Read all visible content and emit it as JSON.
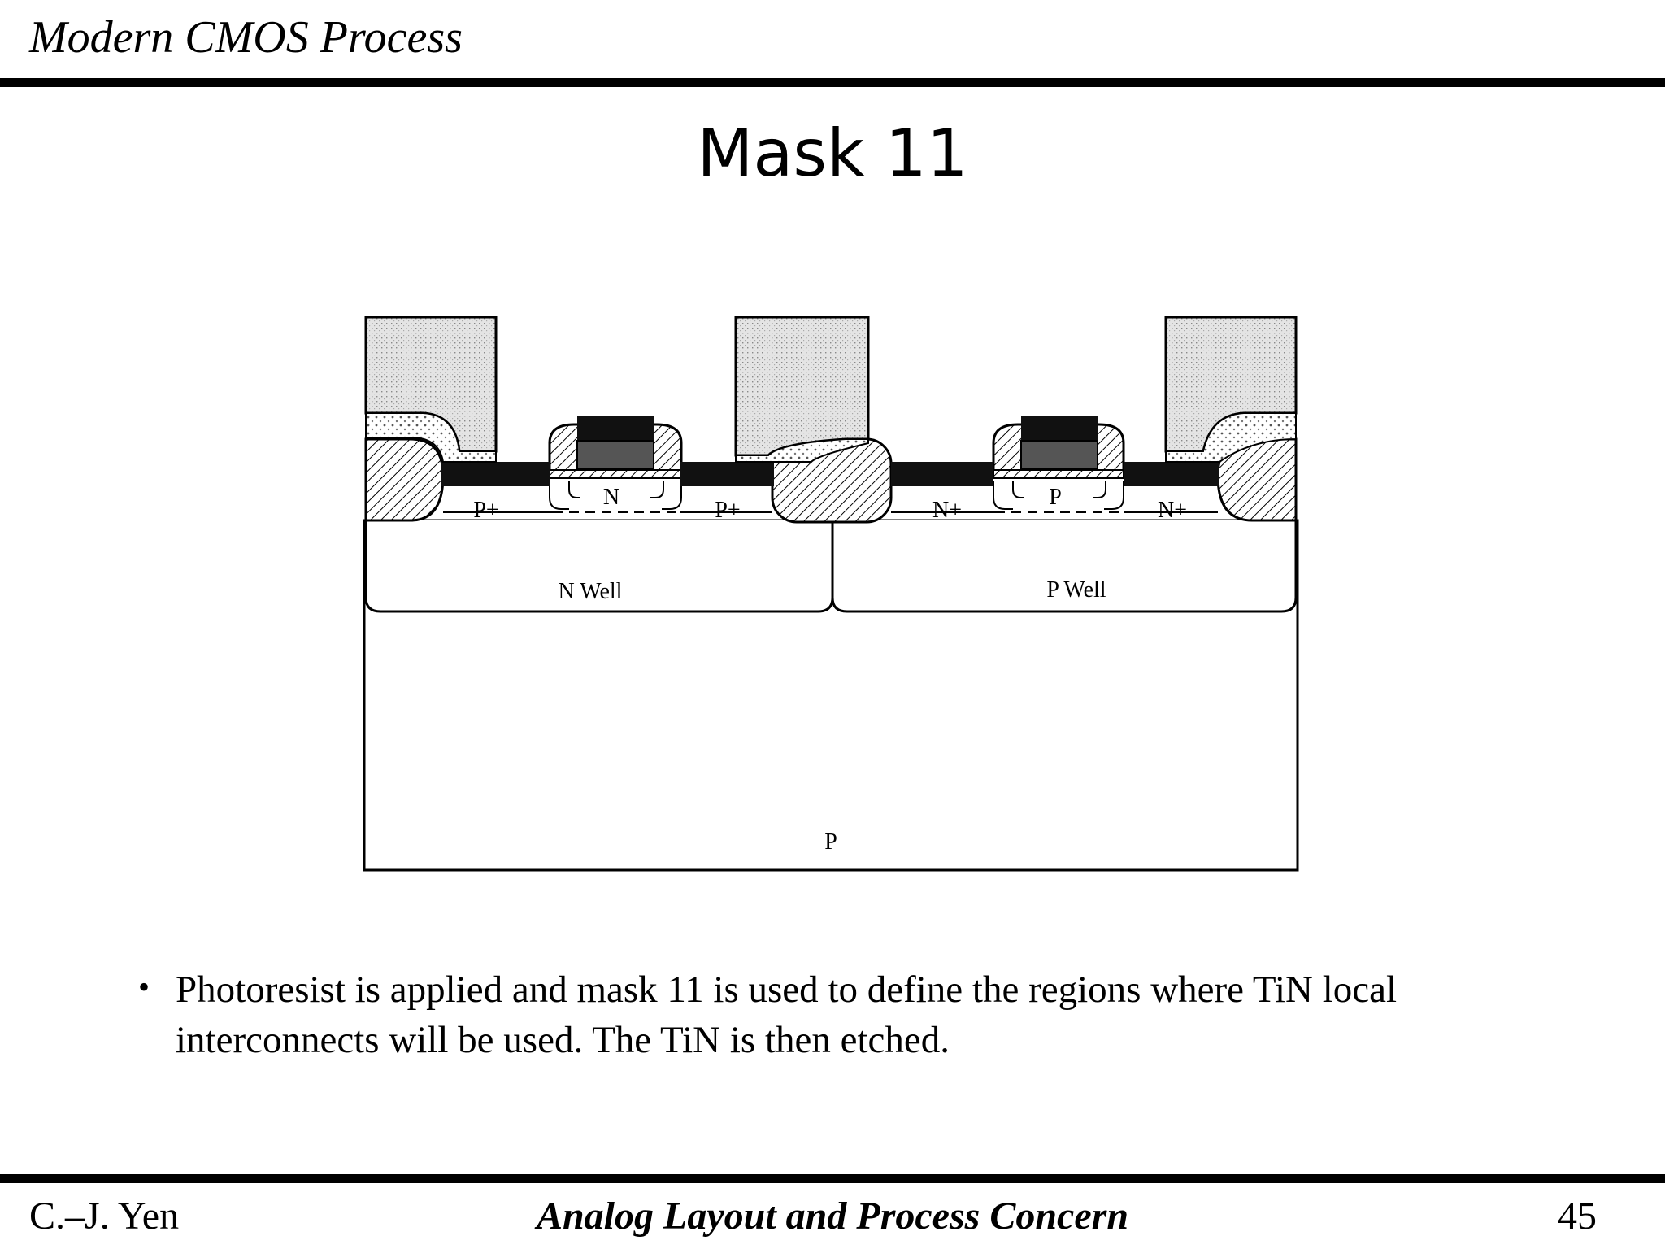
{
  "header": {
    "title": "Modern CMOS Process"
  },
  "slide": {
    "title": "Mask 11"
  },
  "diagram": {
    "labels": {
      "p_plus_left_1": "P+",
      "n_channel": "N",
      "p_plus_left_2": "P+",
      "n_plus_right_1": "N+",
      "p_channel": "P",
      "n_plus_right_2": "N+",
      "n_well": "N Well",
      "p_well": "P Well",
      "substrate": "P"
    }
  },
  "bullets": [
    "Photoresist is applied and mask 11 is used to define the regions where TiN local interconnects will be used. The TiN is then etched."
  ],
  "footer": {
    "author": "C.–J. Yen",
    "course": "Analog Layout and Process Concern",
    "page": "45"
  }
}
